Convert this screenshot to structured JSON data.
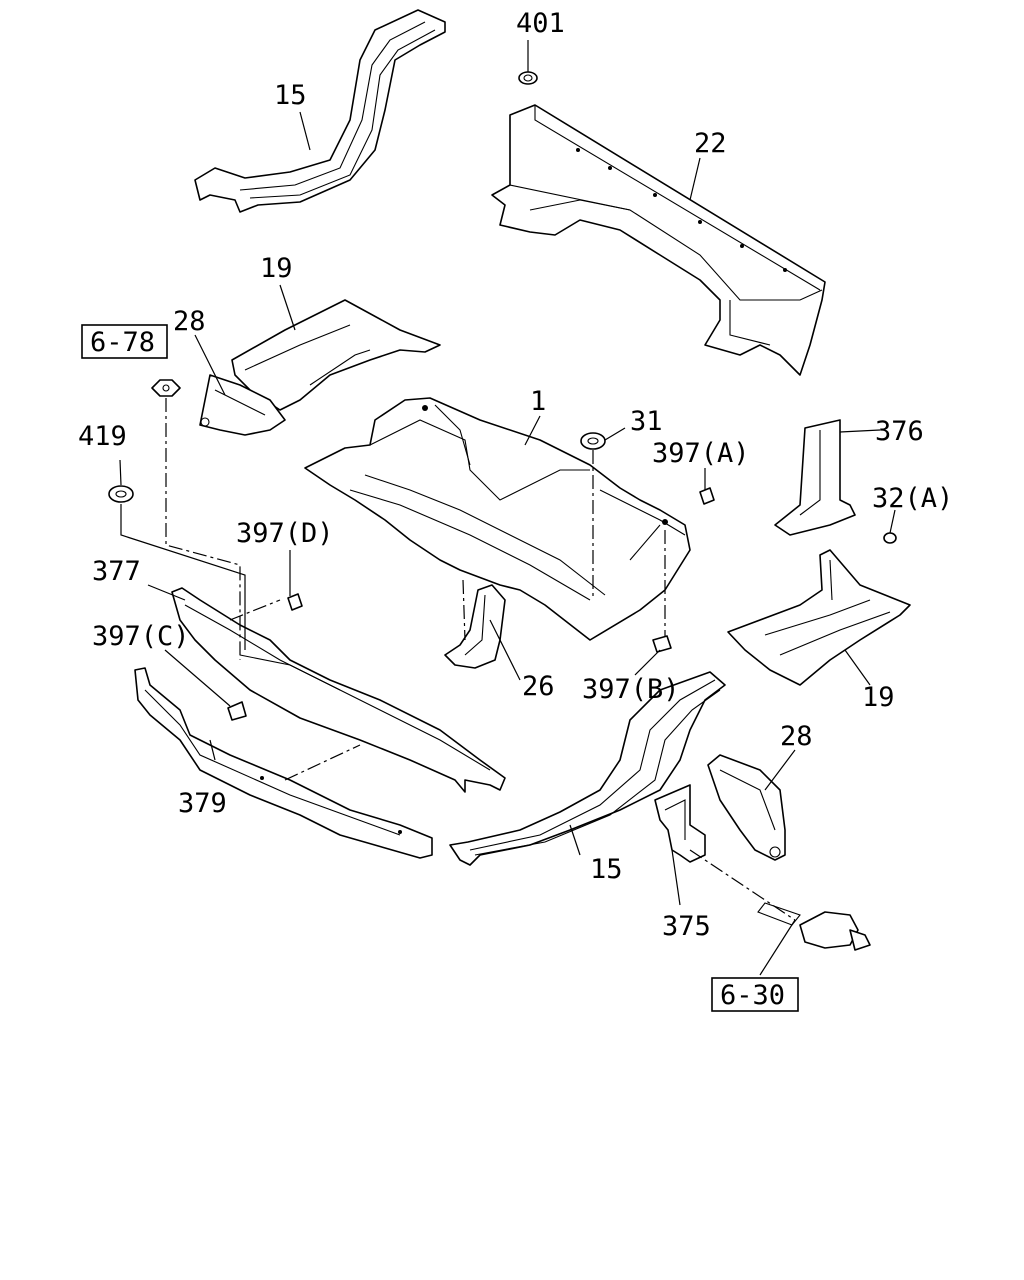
{
  "labels": {
    "l401": "401",
    "l15a": "15",
    "l22": "22",
    "l19a": "19",
    "l28a": "28",
    "ref678": "6-78",
    "l1": "1",
    "l31": "31",
    "l397a": "397(A)",
    "l376": "376",
    "l419": "419",
    "l32a": "32(A)",
    "l397d": "397(D)",
    "l377": "377",
    "l397c": "397(C)",
    "l26": "26",
    "l397b": "397(B)",
    "l19b": "19",
    "l28b": "28",
    "l379": "379",
    "l15b": "15",
    "l375": "375",
    "ref630": "6-30"
  },
  "colors": {
    "line": "#000000",
    "background": "#ffffff"
  }
}
